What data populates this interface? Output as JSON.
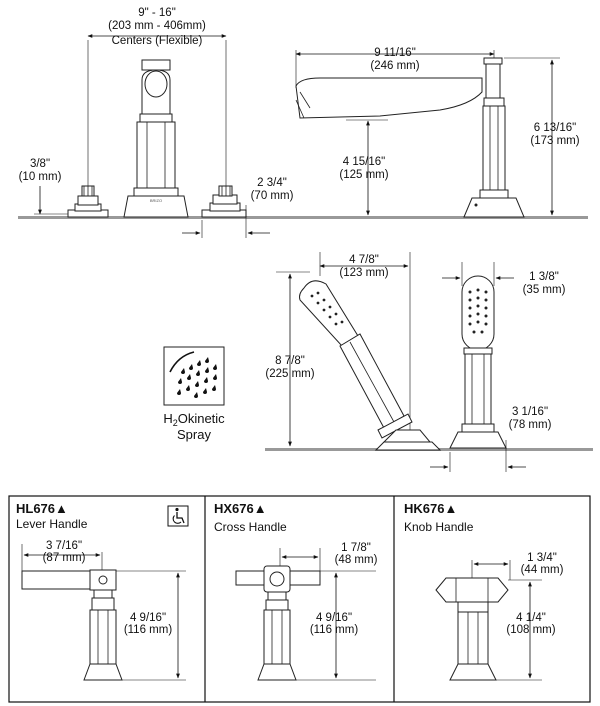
{
  "top_view": {
    "centers": {
      "line1": "9\" - 16\"",
      "line2": "(203 mm - 406mm)",
      "line3": "Centers (Flexible)"
    },
    "deck_thickness": {
      "line1": "3/8\"",
      "line2": "(10 mm)"
    },
    "valve_base": {
      "line1": "2 3/4\"",
      "line2": "(70 mm)"
    },
    "spout_reach": {
      "line1": "9 11/16\"",
      "line2": "(246 mm)"
    },
    "spout_height": {
      "line1": "4 15/16\"",
      "line2": "(125 mm)"
    },
    "overall_height": {
      "line1": "6 13/16\"",
      "line2": "(173 mm)"
    },
    "brand_mark": "BRIZO"
  },
  "handshower": {
    "offset": {
      "line1": "4 7/8\"",
      "line2": "(123 mm)"
    },
    "height": {
      "line1": "8 7/8\"",
      "line2": "(225 mm)"
    },
    "head_width": {
      "line1": "1 3/8\"",
      "line2": "(35 mm)"
    },
    "base_width": {
      "line1": "3 1/16\"",
      "line2": "(78 mm)"
    },
    "spray_label": {
      "line1": "Okinetic",
      "subscript": "2",
      "prefix": "H",
      "line2": "Spray"
    }
  },
  "handles": [
    {
      "sku": "HL676",
      "name": "Lever Handle",
      "width": {
        "line1": "3 7/16\"",
        "line2": "(87 mm)"
      },
      "height": {
        "line1": "4 9/16\"",
        "line2": "(116 mm)"
      },
      "ada_icon": "wheelchair-icon"
    },
    {
      "sku": "HX676",
      "name": "Cross Handle",
      "width": {
        "line1": "1 7/8\"",
        "line2": "(48 mm)"
      },
      "height": {
        "line1": "4 9/16\"",
        "line2": "(116 mm)"
      }
    },
    {
      "sku": "HK676",
      "name": "Knob Handle",
      "width": {
        "line1": "1 3/4\"",
        "line2": "(44 mm)"
      },
      "height": {
        "line1": "4 1/4\"",
        "line2": "(108 mm)"
      }
    }
  ],
  "sku_marker": "▲"
}
